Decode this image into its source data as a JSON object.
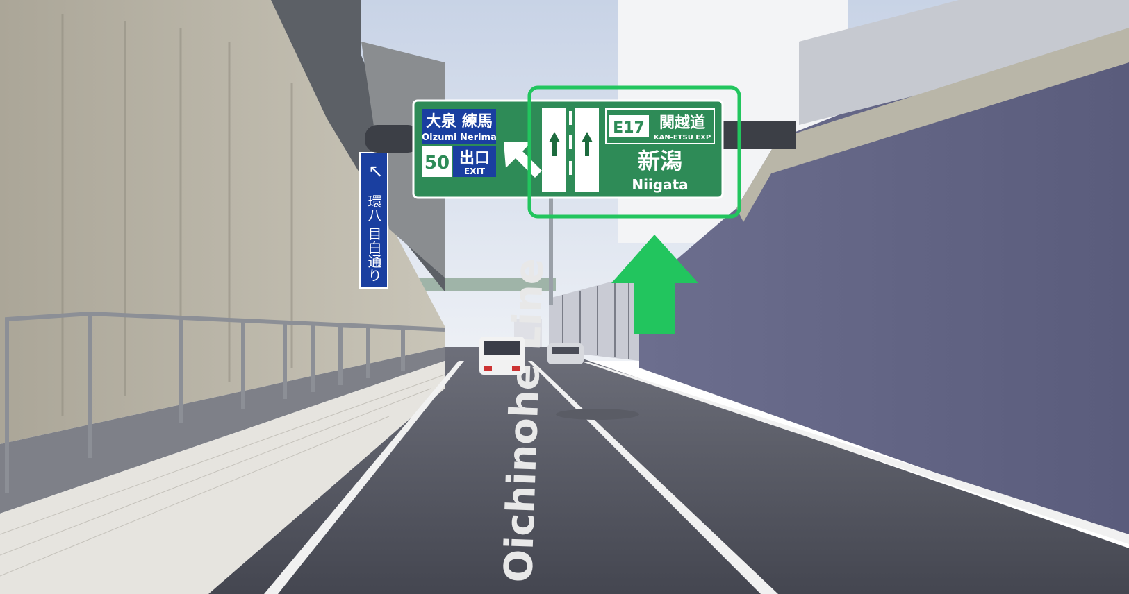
{
  "overhead_sign": {
    "left_panel": {
      "dest_jp": "大泉 練馬",
      "dest_en": "Oizumi Nerima",
      "exit_number": "50",
      "exit_jp": "出口",
      "exit_en": "EXIT"
    },
    "right_panel": {
      "route_code": "E17",
      "route_jp": "関越道",
      "route_en": "KAN-ETSU EXP",
      "dest_jp": "新潟",
      "dest_en": "Niigata"
    }
  },
  "side_sign": {
    "text_jp": "環八 目白通り"
  },
  "road_marking": "Oichinohe Line",
  "highlight_color": "#22c55e",
  "sign_green": "#2e8b57",
  "sign_blue": "#1a3fa0"
}
